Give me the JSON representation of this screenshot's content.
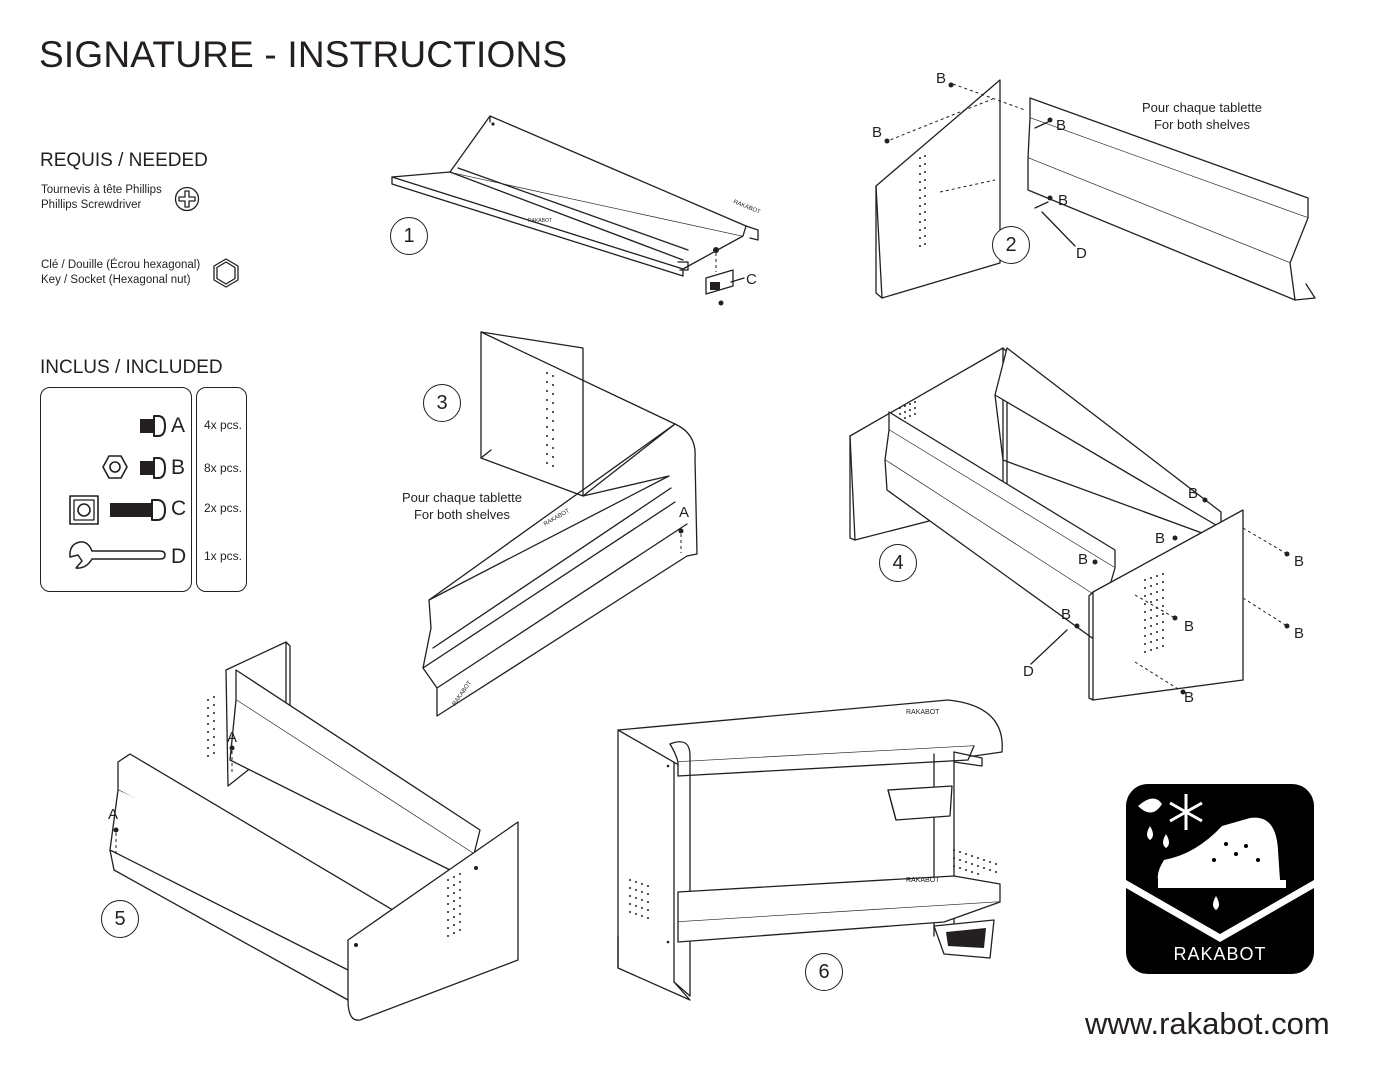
{
  "title": "SIGNATURE - INSTRUCTIONS",
  "needed": {
    "heading": "REQUIS / NEEDED",
    "tools": [
      {
        "fr": "Tournevis à tête Phillips",
        "en": "Phillips Screwdriver",
        "icon": "phillips-head-icon"
      },
      {
        "fr": "Clé / Douille (Écrou hexagonal)",
        "en": "Key / Socket (Hexagonal nut)",
        "icon": "hex-nut-icon"
      }
    ]
  },
  "included": {
    "heading": "INCLUS / INCLUDED",
    "parts": [
      {
        "letter": "A",
        "qty": "4x pcs.",
        "icon": "bolt-icon"
      },
      {
        "letter": "B",
        "qty": "8x pcs.",
        "icon": "nut-and-bolt-icon"
      },
      {
        "letter": "C",
        "qty": "2x pcs.",
        "icon": "square-nut-long-bolt-icon"
      },
      {
        "letter": "D",
        "qty": "1x pcs.",
        "icon": "wrench-icon"
      }
    ]
  },
  "steps": [
    {
      "number": "1",
      "callouts": [
        "C"
      ]
    },
    {
      "number": "2",
      "note_fr": "Pour chaque tablette",
      "note_en": "For both shelves",
      "callouts": [
        "B",
        "B",
        "B",
        "B",
        "D"
      ]
    },
    {
      "number": "3",
      "note_fr": "Pour chaque tablette",
      "note_en": "For both shelves",
      "callouts": [
        "A"
      ]
    },
    {
      "number": "4",
      "callouts": [
        "B",
        "B",
        "B",
        "B",
        "B",
        "B",
        "B",
        "B",
        "D"
      ]
    },
    {
      "number": "5",
      "callouts": [
        "A",
        "A"
      ]
    },
    {
      "number": "6"
    }
  ],
  "brand": {
    "name": "RAKABOT",
    "url": "www.rakabot.com",
    "logo_bg": "#000000",
    "logo_fg": "#ffffff"
  },
  "colors": {
    "ink": "#231f20",
    "paper": "#ffffff"
  }
}
